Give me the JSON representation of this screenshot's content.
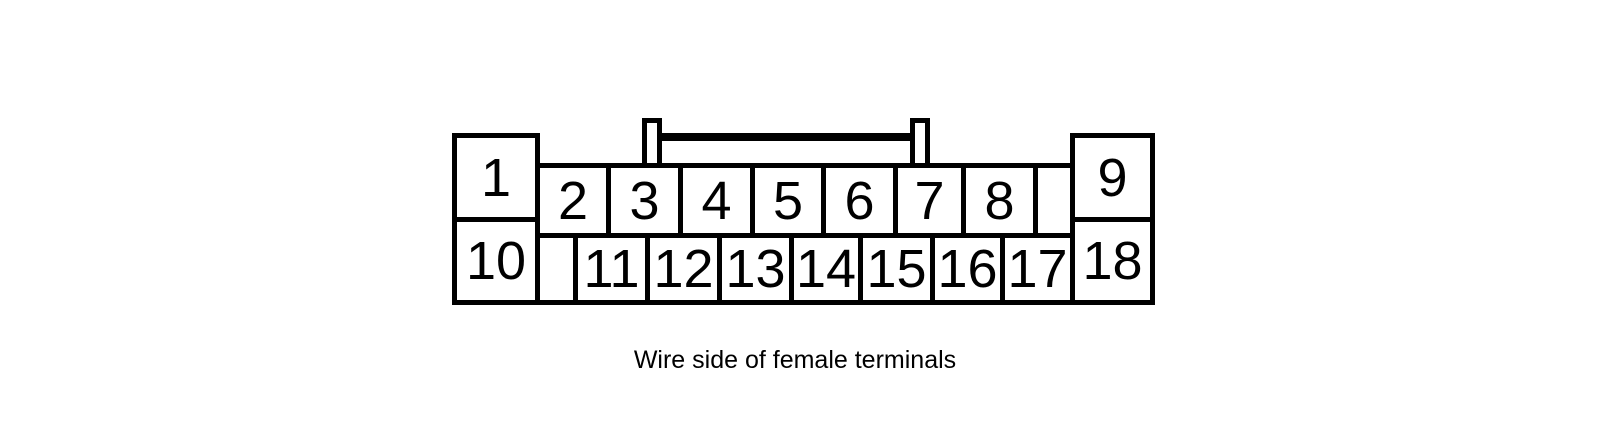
{
  "colors": {
    "line": "#000000",
    "background": "#ffffff"
  },
  "caption": "Wire side of female terminals",
  "connector": {
    "left_column": [
      "1",
      "10"
    ],
    "top_row": [
      "2",
      "3",
      "4",
      "5",
      "6",
      "7",
      "8"
    ],
    "bottom_row": [
      "11",
      "12",
      "13",
      "14",
      "15",
      "16",
      "17"
    ],
    "right_column": [
      "9",
      "18"
    ]
  }
}
